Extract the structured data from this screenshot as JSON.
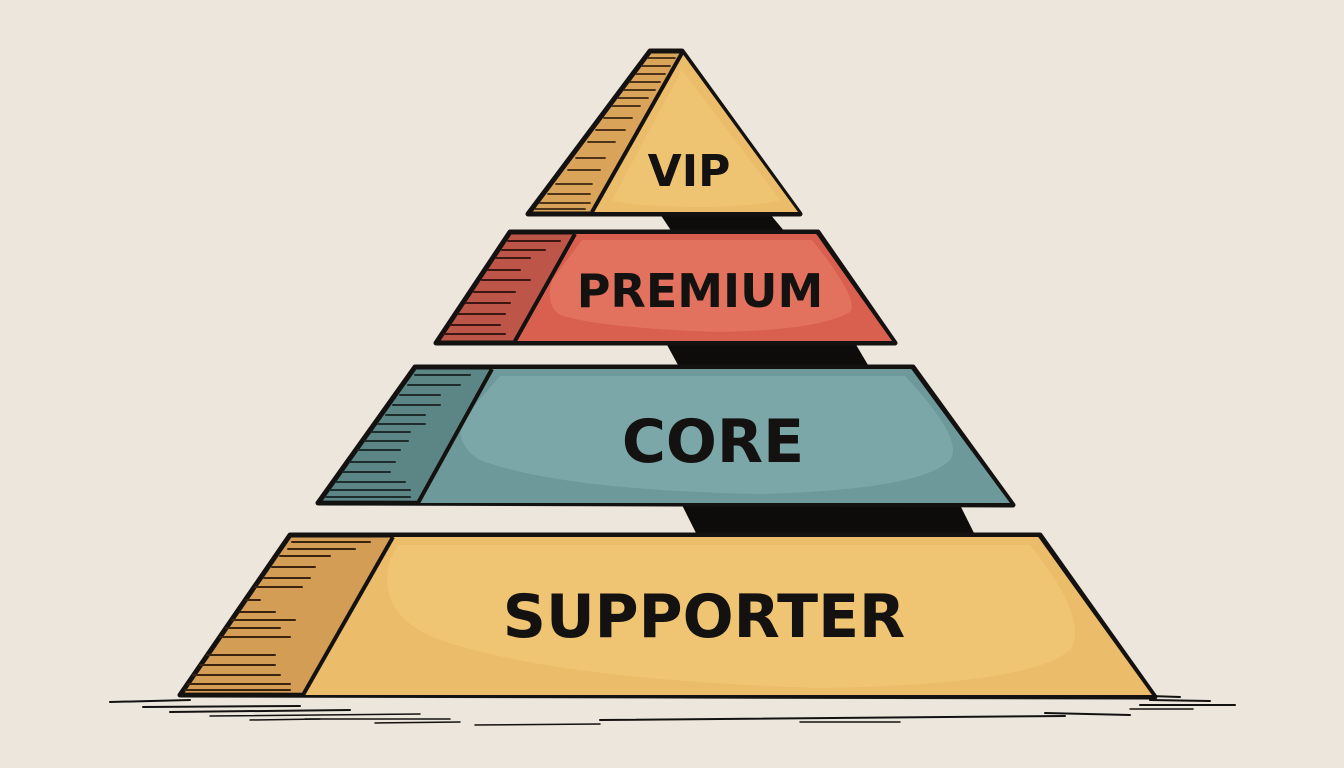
{
  "diagram": {
    "type": "tier-pyramid",
    "background_color": "#ece6dc",
    "outline_color": "#141210",
    "tiers": [
      {
        "level": 1,
        "label": "VIP",
        "front_color": "#ebbd6a",
        "side_color": "#d9a45a",
        "shape": "triangle"
      },
      {
        "level": 2,
        "label": "PREMIUM",
        "front_color": "#dc6a58",
        "side_color": "#bd5648",
        "shape": "trapezoid"
      },
      {
        "level": 3,
        "label": "CORE",
        "front_color": "#7ba7a8",
        "side_color": "#5c8686",
        "shape": "trapezoid"
      },
      {
        "level": 4,
        "label": "SUPPORTER",
        "front_color": "#ebbd6a",
        "side_color": "#d49d55",
        "shape": "trapezoid"
      }
    ],
    "order": "top-to-bottom"
  }
}
